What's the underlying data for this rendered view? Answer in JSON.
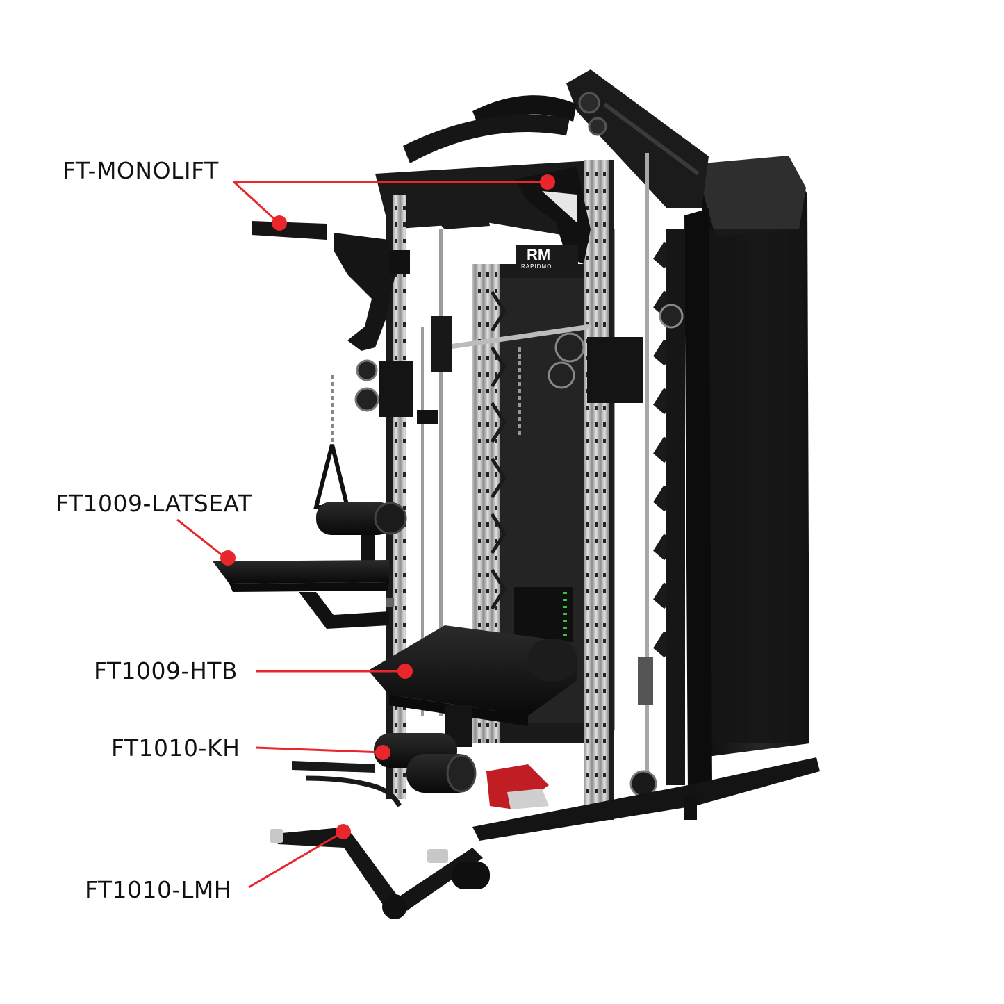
{
  "brand": {
    "logo_mark": "RM",
    "logo_text": "RAPIDMO"
  },
  "callouts": [
    {
      "id": "monolift",
      "label": "FT-MONOLIFT"
    },
    {
      "id": "latseat",
      "label": "FT1009-LATSEAT"
    },
    {
      "id": "htb",
      "label": "FT1009-HTB"
    },
    {
      "id": "kh",
      "label": "FT1010-KH"
    },
    {
      "id": "lmh",
      "label": "FT1010-LMH"
    }
  ],
  "colors": {
    "callout": "#e8262b",
    "frame": "#1c1c1c",
    "steel": "#b9b9b9",
    "text": "#111111"
  },
  "image": {
    "subject": "functional trainer gym machine with attachments"
  }
}
